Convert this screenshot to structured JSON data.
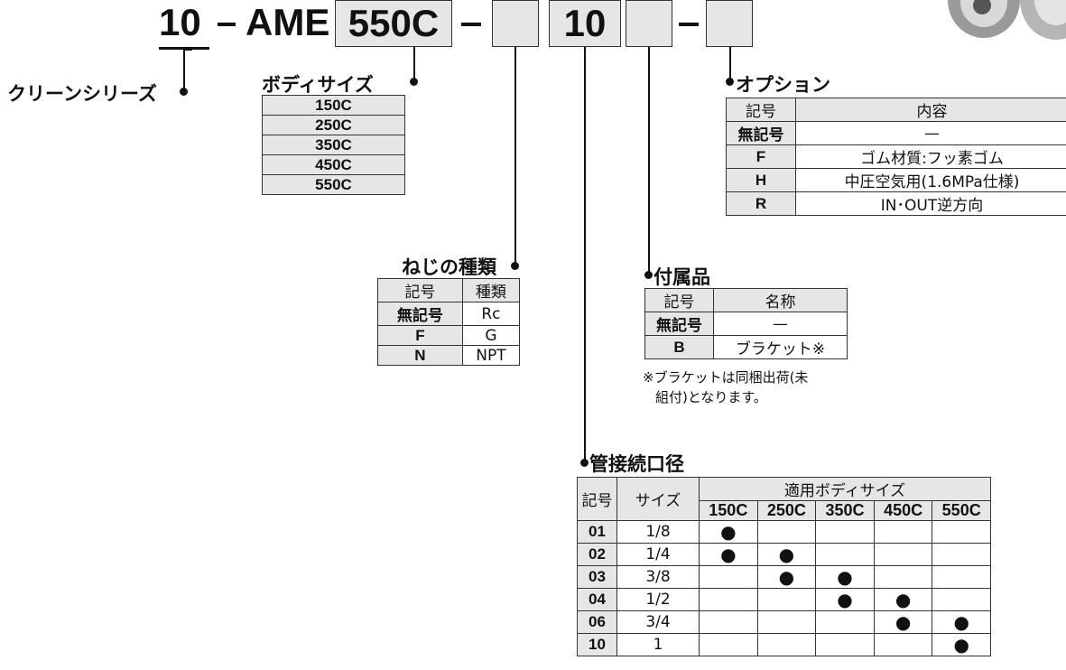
{
  "code": {
    "prefix": "10",
    "sep": "−",
    "series": "AME",
    "body": "550C",
    "port": "10"
  },
  "clean": {
    "label": "クリーンシリーズ"
  },
  "body_size": {
    "title": "ボディサイズ",
    "rows": [
      "150C",
      "250C",
      "350C",
      "450C",
      "550C"
    ]
  },
  "thread": {
    "title": "ねじの種類",
    "headers": [
      "記号",
      "種類"
    ],
    "rows": [
      [
        "無記号",
        "Rc"
      ],
      [
        "F",
        "G"
      ],
      [
        "N",
        "NPT"
      ]
    ]
  },
  "accessory": {
    "title": "付属品",
    "headers": [
      "記号",
      "名称"
    ],
    "rows": [
      [
        "無記号",
        "—"
      ],
      [
        "B",
        "ブラケット※"
      ]
    ],
    "note": [
      "※ブラケットは同梱出荷(未",
      "組付)となります。"
    ]
  },
  "option": {
    "title": "オプション",
    "headers": [
      "記号",
      "内容"
    ],
    "rows": [
      [
        "無記号",
        "—"
      ],
      [
        "F",
        "ゴム材質:フッ素ゴム"
      ],
      [
        "H",
        "中圧空気用(1.6MPa仕様)"
      ],
      [
        "R",
        "IN･OUT逆方向"
      ]
    ]
  },
  "port_size": {
    "title": "管接続口径",
    "h_symbol": "記号",
    "h_size": "サイズ",
    "h_group": "適用ボディサイズ",
    "bodies": [
      "150C",
      "250C",
      "350C",
      "450C",
      "550C"
    ],
    "mark": "●",
    "rows": [
      {
        "code": "01",
        "size": "1/8",
        "fit": [
          1,
          0,
          0,
          0,
          0
        ]
      },
      {
        "code": "02",
        "size": "1/4",
        "fit": [
          1,
          1,
          0,
          0,
          0
        ]
      },
      {
        "code": "03",
        "size": "3/8",
        "fit": [
          0,
          1,
          1,
          0,
          0
        ]
      },
      {
        "code": "04",
        "size": "1/2",
        "fit": [
          0,
          0,
          1,
          1,
          0
        ]
      },
      {
        "code": "06",
        "size": "3/4",
        "fit": [
          0,
          0,
          0,
          1,
          1
        ]
      },
      {
        "code": "10",
        "size": "1",
        "fit": [
          0,
          0,
          0,
          0,
          1
        ]
      }
    ]
  }
}
